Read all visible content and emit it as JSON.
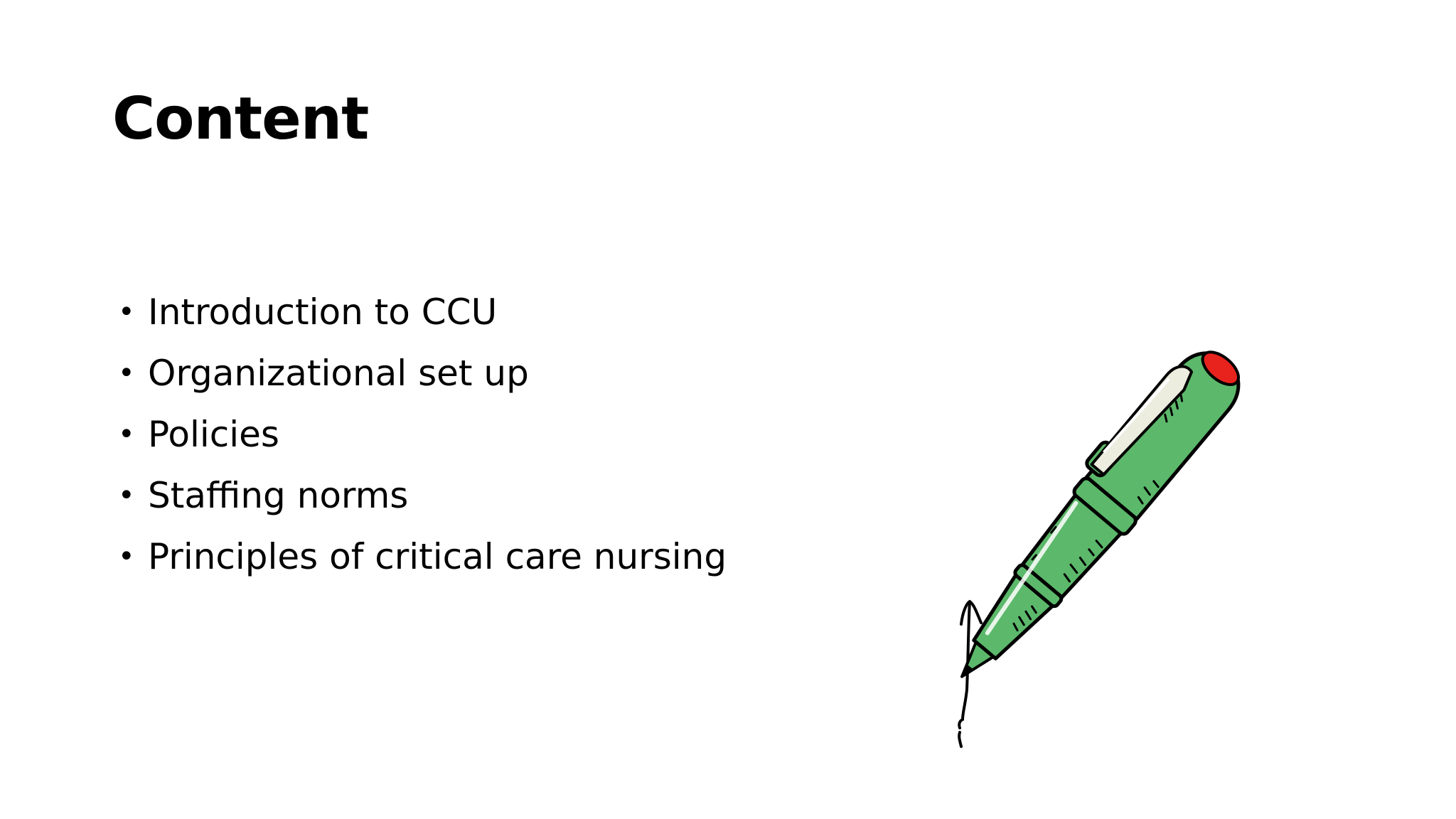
{
  "slide": {
    "title": "Content",
    "bullets": [
      "Introduction to CCU",
      "Organizational set up",
      "Policies",
      "Staffing norms",
      "Principles of critical care nursing"
    ],
    "bullet_glyph": "•",
    "illustration": {
      "icon": "pen-icon",
      "colors": {
        "body": "#5cb86b",
        "cap_tip": "#e8231e",
        "clip": "#ececdf",
        "outline": "#000000"
      }
    }
  }
}
